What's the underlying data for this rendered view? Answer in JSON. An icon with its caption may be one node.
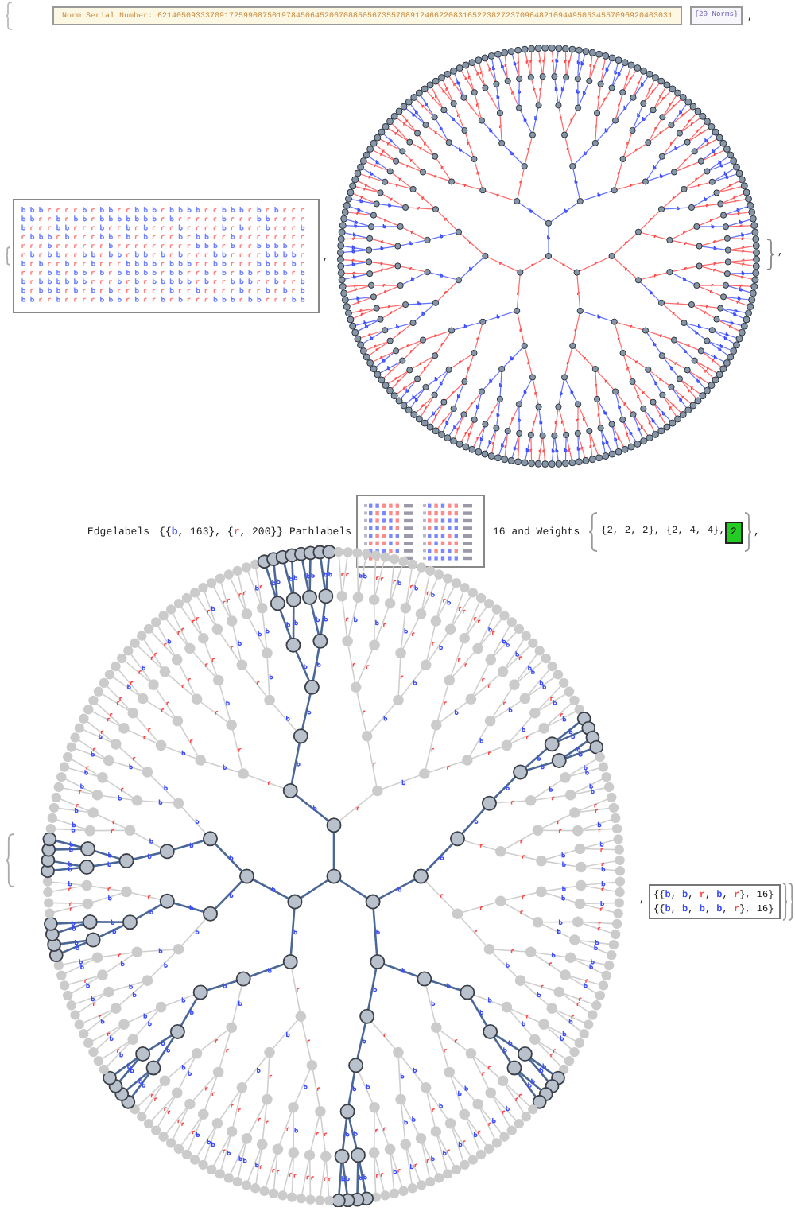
{
  "diagram": {
    "nodes": [
      {
        "text": [
          "Norm Serial Number: 621405093337091725990875019784506452067088505673557089124662208316522382723709648210944950534557096920403031"
        ]
      },
      {
        "text": [
          "{20 Norms}"
        ]
      },
      {
        "text": [],
        "shape": "box"
      },
      {
        "text": [],
        "shape": "box"
      },
      {
        "text": [
          "2"
        ]
      },
      {
        "text": [
          "{{b, b, r, b, r}, 16}",
          "{{b, b, b, b, r}, 16}"
        ]
      }
    ],
    "labels": [
      ",",
      ",",
      ",",
      "Edgelabels",
      "{{b, 163}, {r, 200}}",
      "Pathlabels",
      "16 and Weights",
      "{2, 2, 2}, {2, 4, 4},",
      ",",
      ","
    ]
  }
}
